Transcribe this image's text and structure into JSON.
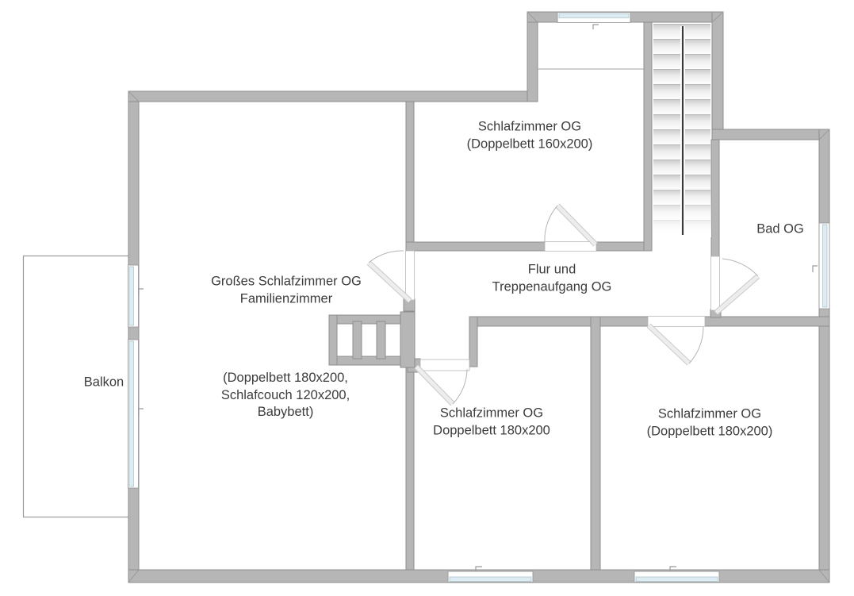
{
  "plan_type": "floor-plan-upper-floor",
  "colors": {
    "wall": "#b6b6b6",
    "wall_outline": "#8f8f8f",
    "window_glass": "#dcecf2",
    "door_leaf": "#ededed",
    "door_arc": "#b5b5b5",
    "stair_handrail": "#3a3a3a",
    "text": "#3c3c3c",
    "background": "#ffffff"
  },
  "rooms": {
    "bedroom_top": {
      "lines": [
        "Schlafzimmer OG",
        "(Doppelbett 160x200)"
      ]
    },
    "bad": {
      "lines": [
        "Bad OG"
      ]
    },
    "flur": {
      "lines": [
        "Flur und",
        "Treppenaufgang OG"
      ]
    },
    "master": {
      "lines": [
        "Großes Schlafzimmer OG",
        "Familienzimmer"
      ]
    },
    "master_beds": {
      "lines": [
        "(Doppelbett 180x200,",
        "Schlafcouch 120x200,",
        "Babybett)"
      ]
    },
    "balkon": {
      "lines": [
        "Balkon"
      ]
    },
    "bedroom_bottom_middle": {
      "lines": [
        "Schlafzimmer OG",
        "Doppelbett 180x200"
      ]
    },
    "bedroom_bottom_right": {
      "lines": [
        "Schlafzimmer OG",
        "(Doppelbett 180x200)"
      ]
    }
  }
}
